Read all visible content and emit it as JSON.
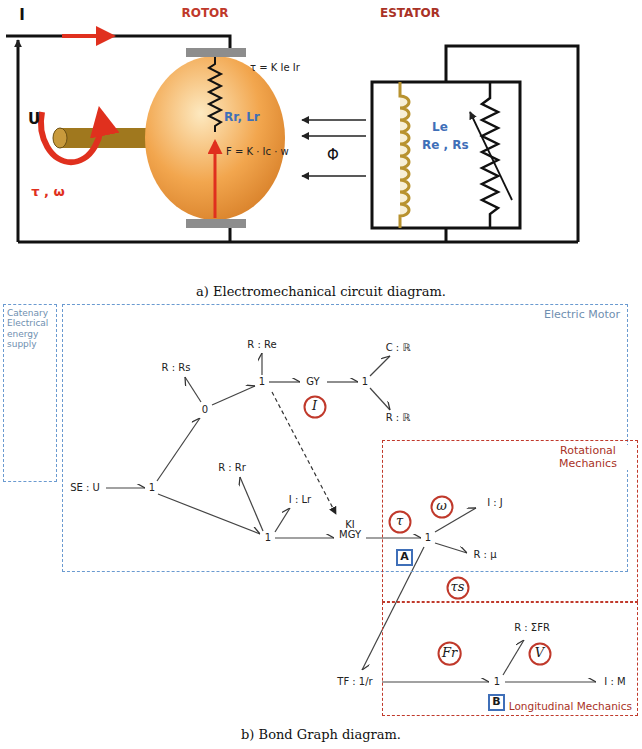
{
  "diagram": {
    "nodes": [
      {
        "text": [
          "Catenary Electrical energy supply"
        ]
      },
      {
        "text": [
          "Electric Motor"
        ]
      },
      {
        "text": [
          "I"
        ],
        "in": 1
      },
      {
        "text": [
          "Rotational Mechanics"
        ]
      },
      {
        "text": [
          "τ"
        ],
        "in": 3
      },
      {
        "text": [
          "ω"
        ],
        "in": 3
      },
      {
        "text": [
          "A"
        ],
        "in": 3
      },
      {
        "text": [
          "τs"
        ],
        "in": 3
      },
      {
        "text": [
          "Longitudinal Mechanics"
        ]
      },
      {
        "text": [
          "Fr"
        ],
        "in": 8
      },
      {
        "text": [
          "V"
        ],
        "in": 8
      },
      {
        "text": [
          "B"
        ],
        "in": 8
      }
    ],
    "labels": [
      "I",
      "ROTOR",
      "ESTATOR",
      "U",
      "τ = K Ie Ir",
      "Rr, Lr",
      "F = K · Ic · w",
      "τ , ω",
      "Φ",
      "Le",
      "Re , Rs",
      "a) Electromechanical circuit diagram.",
      "SE : U",
      "1",
      "R : Rs",
      "0",
      "R : Re",
      "1",
      "GY",
      "1",
      "C : ℝ",
      "R : ℝ",
      "R : Rr",
      "I : Lr",
      "1",
      "KI MGY",
      "1",
      "I : J",
      "R : μ",
      "R : ΣFR",
      "TF : 1/r",
      "1",
      "I : M",
      "b) Bond Graph diagram."
    ]
  }
}
